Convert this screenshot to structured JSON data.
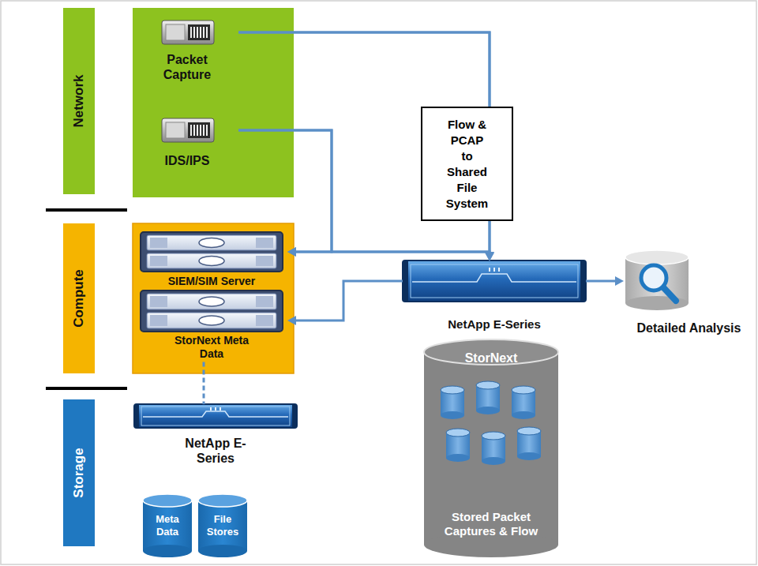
{
  "diagram": {
    "nodes": [
      {
        "text": [
          "Network"
        ]
      },
      {
        "text": [
          "Packet Capture"
        ]
      },
      {
        "text": [
          "IDS/IPS"
        ]
      },
      {
        "text": [
          "Compute"
        ]
      },
      {
        "text": [
          "SIEM/SIM Server"
        ]
      },
      {
        "text": [
          "StorNext Meta Data"
        ]
      },
      {
        "text": [
          "Storage"
        ]
      },
      {
        "text": [
          "NetApp E-Series"
        ]
      },
      {
        "text": [
          "Meta Data"
        ]
      },
      {
        "text": [
          "File Stores"
        ]
      },
      {
        "text": [
          "NetApp E-Series"
        ]
      },
      {
        "text": [
          "Detailed Analysis"
        ]
      },
      {
        "text": [
          "StorNext",
          "Stored Packet Captures & Flow"
        ]
      }
    ],
    "edges": [
      {
        "from": 1,
        "to": 4,
        "arrow": "to"
      },
      {
        "from": 1,
        "to": 10,
        "arrow": "to",
        "label": "Flow & PCAP to Shared File System"
      },
      {
        "from": 2,
        "to": 4,
        "arrow": "to"
      },
      {
        "from": 2,
        "to": 10,
        "arrow": "to"
      },
      {
        "from": 10,
        "to": 5,
        "arrow": "to"
      },
      {
        "from": 10,
        "to": 11,
        "arrow": "to"
      },
      {
        "from": 5,
        "to": 7,
        "arrow": "none"
      }
    ]
  }
}
